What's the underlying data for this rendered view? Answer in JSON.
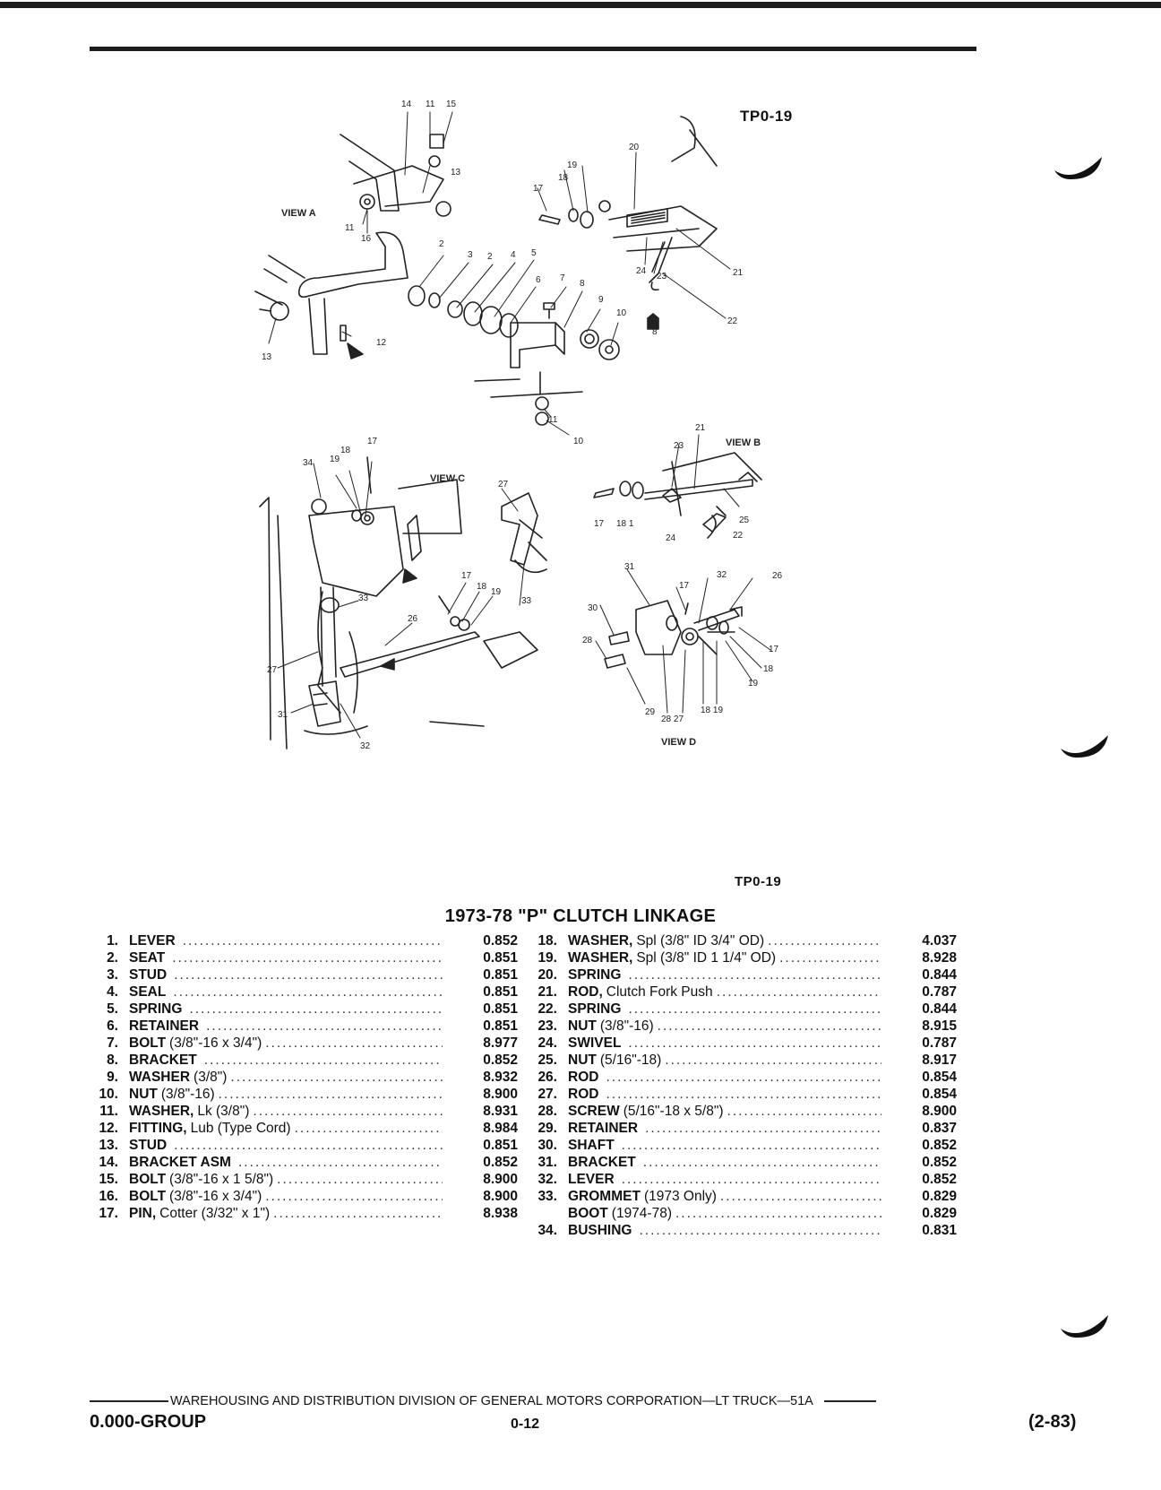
{
  "figure": {
    "id_label_top": "TP0-19",
    "id_label_bottom": "TP0-19",
    "views": [
      "VIEW A",
      "VIEW B",
      "VIEW C",
      "VIEW D"
    ],
    "callouts": [
      "1",
      "2",
      "3",
      "4",
      "5",
      "6",
      "7",
      "8",
      "9",
      "10",
      "11",
      "12",
      "13",
      "14",
      "15",
      "16",
      "17",
      "18",
      "19",
      "20",
      "21",
      "22",
      "23",
      "24",
      "25",
      "26",
      "27",
      "28",
      "29",
      "30",
      "31",
      "32",
      "33",
      "34"
    ]
  },
  "parts_list": {
    "title": "1973-78 \"P\" CLUTCH LINKAGE",
    "left": [
      {
        "num": "1.",
        "name": "LEVER",
        "spec": "",
        "code": "0.852"
      },
      {
        "num": "2.",
        "name": "SEAT",
        "spec": "",
        "code": "0.851"
      },
      {
        "num": "3.",
        "name": "STUD",
        "spec": "",
        "code": "0.851"
      },
      {
        "num": "4.",
        "name": "SEAL",
        "spec": "",
        "code": "0.851"
      },
      {
        "num": "5.",
        "name": "SPRING",
        "spec": "",
        "code": "0.851"
      },
      {
        "num": "6.",
        "name": "RETAINER",
        "spec": "",
        "code": "0.851"
      },
      {
        "num": "7.",
        "name": "BOLT",
        "spec": "(3/8\"-16 x 3/4\")",
        "code": "8.977"
      },
      {
        "num": "8.",
        "name": "BRACKET",
        "spec": "",
        "code": "0.852"
      },
      {
        "num": "9.",
        "name": "WASHER",
        "spec": "(3/8\")",
        "code": "8.932"
      },
      {
        "num": "10.",
        "name": "NUT",
        "spec": "(3/8\"-16)",
        "code": "8.900"
      },
      {
        "num": "11.",
        "name": "WASHER,",
        "spec": "Lk (3/8\")",
        "code": "8.931"
      },
      {
        "num": "12.",
        "name": "FITTING,",
        "spec": "Lub (Type Cord)",
        "code": "8.984"
      },
      {
        "num": "13.",
        "name": "STUD",
        "spec": "",
        "code": "0.851"
      },
      {
        "num": "14.",
        "name": "BRACKET ASM",
        "spec": "",
        "code": "0.852"
      },
      {
        "num": "15.",
        "name": "BOLT",
        "spec": "(3/8\"-16 x 1 5/8\")",
        "code": "8.900"
      },
      {
        "num": "16.",
        "name": "BOLT",
        "spec": "(3/8\"-16 x 3/4\")",
        "code": "8.900"
      },
      {
        "num": "17.",
        "name": "PIN,",
        "spec": "Cotter (3/32\" x 1\")",
        "code": "8.938"
      }
    ],
    "right": [
      {
        "num": "18.",
        "name": "WASHER,",
        "spec": "Spl (3/8\" ID 3/4\" OD)",
        "code": "4.037"
      },
      {
        "num": "19.",
        "name": "WASHER,",
        "spec": "Spl (3/8\" ID 1 1/4\" OD)",
        "code": "8.928"
      },
      {
        "num": "20.",
        "name": "SPRING",
        "spec": "",
        "code": "0.844"
      },
      {
        "num": "21.",
        "name": "ROD,",
        "spec": "Clutch Fork Push",
        "code": "0.787"
      },
      {
        "num": "22.",
        "name": "SPRING",
        "spec": "",
        "code": "0.844"
      },
      {
        "num": "23.",
        "name": "NUT",
        "spec": "(3/8\"-16)",
        "code": "8.915"
      },
      {
        "num": "24.",
        "name": "SWIVEL",
        "spec": "",
        "code": "0.787"
      },
      {
        "num": "25.",
        "name": "NUT",
        "spec": "(5/16\"-18)",
        "code": "8.917"
      },
      {
        "num": "26.",
        "name": "ROD",
        "spec": "",
        "code": "0.854"
      },
      {
        "num": "27.",
        "name": "ROD",
        "spec": "",
        "code": "0.854"
      },
      {
        "num": "28.",
        "name": "SCREW",
        "spec": "(5/16\"-18 x 5/8\")",
        "code": "8.900"
      },
      {
        "num": "29.",
        "name": "RETAINER",
        "spec": "",
        "code": "0.837"
      },
      {
        "num": "30.",
        "name": "SHAFT",
        "spec": "",
        "code": "0.852"
      },
      {
        "num": "31.",
        "name": "BRACKET",
        "spec": "",
        "code": "0.852"
      },
      {
        "num": "32.",
        "name": "LEVER",
        "spec": "",
        "code": "0.852"
      },
      {
        "num": "33.",
        "name": "GROMMET",
        "spec": "(1973 Only)",
        "code": "0.829"
      },
      {
        "num": "",
        "name": "BOOT",
        "spec": "(1974-78)",
        "code": "0.829"
      },
      {
        "num": "34.",
        "name": "BUSHING",
        "spec": "",
        "code": "0.831"
      }
    ]
  },
  "footer": {
    "division": "WAREHOUSING AND DISTRIBUTION  DIVISION OF GENERAL MOTORS CORPORATION—LT TRUCK—51A",
    "group": "0.000-GROUP",
    "page": "0-12",
    "date": "(2-83)"
  }
}
